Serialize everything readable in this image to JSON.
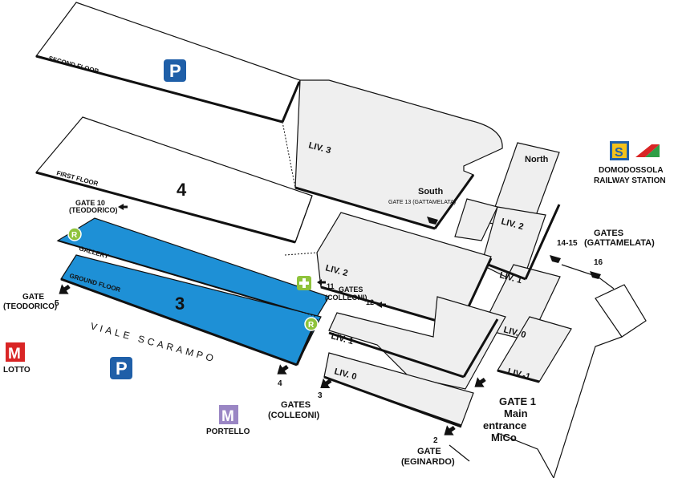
{
  "floors": {
    "second_floor": "SECOND FLOOR",
    "first_floor": "FIRST FLOOR",
    "gallery": "GALLERY",
    "ground_floor": "GROUND FLOOR"
  },
  "pavilions": {
    "pav4": "4",
    "pav3": "3"
  },
  "levels": {
    "liv3": "LIV. 3",
    "liv2_main": "LIV. 2",
    "liv1_main": "LIV. 1",
    "liv0_main": "LIV. 0",
    "liv2_north": "LIV. 2",
    "liv1_north": "LIV. 1",
    "liv0_north": "LIV. 0",
    "livm1_north": "LIV.-1"
  },
  "areas": {
    "south": "South",
    "north": "North"
  },
  "gates": {
    "gate10_num": "GATE 10",
    "gate10_name": "(TEODORICO)",
    "gate13": "GATE 13 (GATTAMELATA)",
    "gate11_num": "11",
    "gates_colleoni_label": "GATES",
    "gate12_num": "12",
    "gates_colleoni_name": "(COLLEONI)",
    "gate5_word": "GATE",
    "gate5_name": "(TEODORICO)",
    "gate5_num": "5",
    "gate4_num": "4",
    "gate3_num": "3",
    "gates_bottom_word": "GATES",
    "gates_bottom_name": "(COLLEONI)",
    "gate2_num": "2",
    "gate2_word": "GATE",
    "gate2_name": "(EGINARDO)",
    "gate1_line1": "GATE 1",
    "gate1_line2": "Main",
    "gate1_line3": "entrance",
    "gate1_line4": "MiCo",
    "gatt_word": "GATES",
    "gatt_name": "(GATTAMELATA)",
    "gate1415": "14-15",
    "gate16": "16"
  },
  "transport": {
    "station_line1": "DOMODOSSOLA",
    "station_line2": "RAILWAY STATION",
    "metro_letter": "M",
    "lotto": "LOTTO",
    "portello": "PORTELLO",
    "parking": "P",
    "rail_letter": "S"
  },
  "street": "VIALE SCARAMPO",
  "restaurant_letter": "R",
  "colors": {
    "blue_floor": "#1e90d6",
    "gray_building": "#efefef",
    "parking_blue": "#1f5fa8",
    "metro_red": "#d92525",
    "metro_purple": "#9a86c4",
    "restaurant_green": "#8fc33c"
  }
}
